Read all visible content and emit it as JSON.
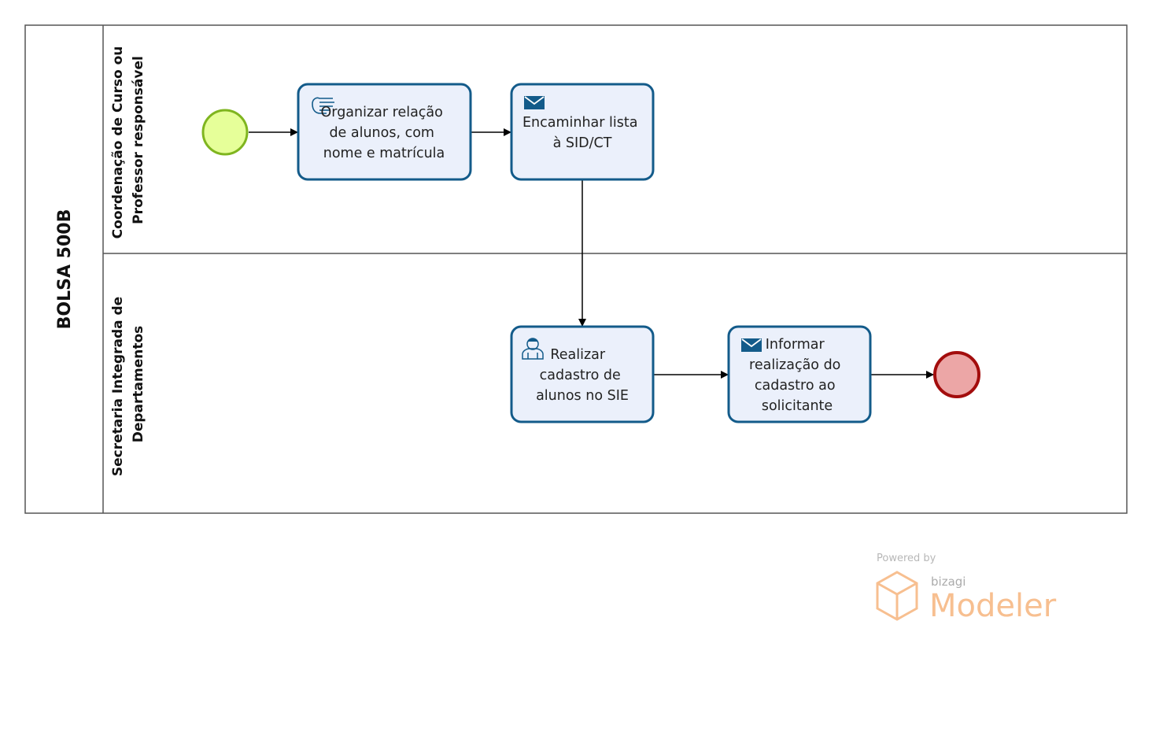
{
  "pool": {
    "title": "BOLSA 500B"
  },
  "lanes": [
    {
      "id": "lane1",
      "lines": [
        "Coordenação de Curso ou",
        "Professor responsável"
      ]
    },
    {
      "id": "lane2",
      "lines": [
        "Secretaria Integrada de",
        "Departamentos"
      ]
    }
  ],
  "tasks": [
    {
      "id": "t1",
      "type": "manual",
      "icon": "hand-icon",
      "lines": [
        "Organizar relação",
        "de alunos, com",
        "nome e matrícula"
      ]
    },
    {
      "id": "t2",
      "type": "send",
      "icon": "envelope-icon",
      "lines": [
        "Encaminhar lista",
        "à SID/CT"
      ]
    },
    {
      "id": "t3",
      "type": "user",
      "icon": "user-icon",
      "lines": [
        "Realizar",
        "cadastro de",
        "alunos no SIE"
      ]
    },
    {
      "id": "t4",
      "type": "send",
      "icon": "envelope-icon",
      "lines": [
        "Informar",
        "realização do",
        "cadastro ao",
        "solicitante"
      ]
    }
  ],
  "events": {
    "start": {
      "fill": "#e6ff99",
      "stroke": "#7fb51f"
    },
    "end": {
      "fill": "#eca6a6",
      "stroke": "#a30d0d"
    }
  },
  "watermark": {
    "powered_by": "Powered by",
    "brand": "bizagi",
    "product": "Modeler"
  },
  "colors": {
    "task_fill": "#ebf0fb",
    "task_stroke": "#135b8a",
    "line": "#000000",
    "watermark": "#f5a462"
  }
}
